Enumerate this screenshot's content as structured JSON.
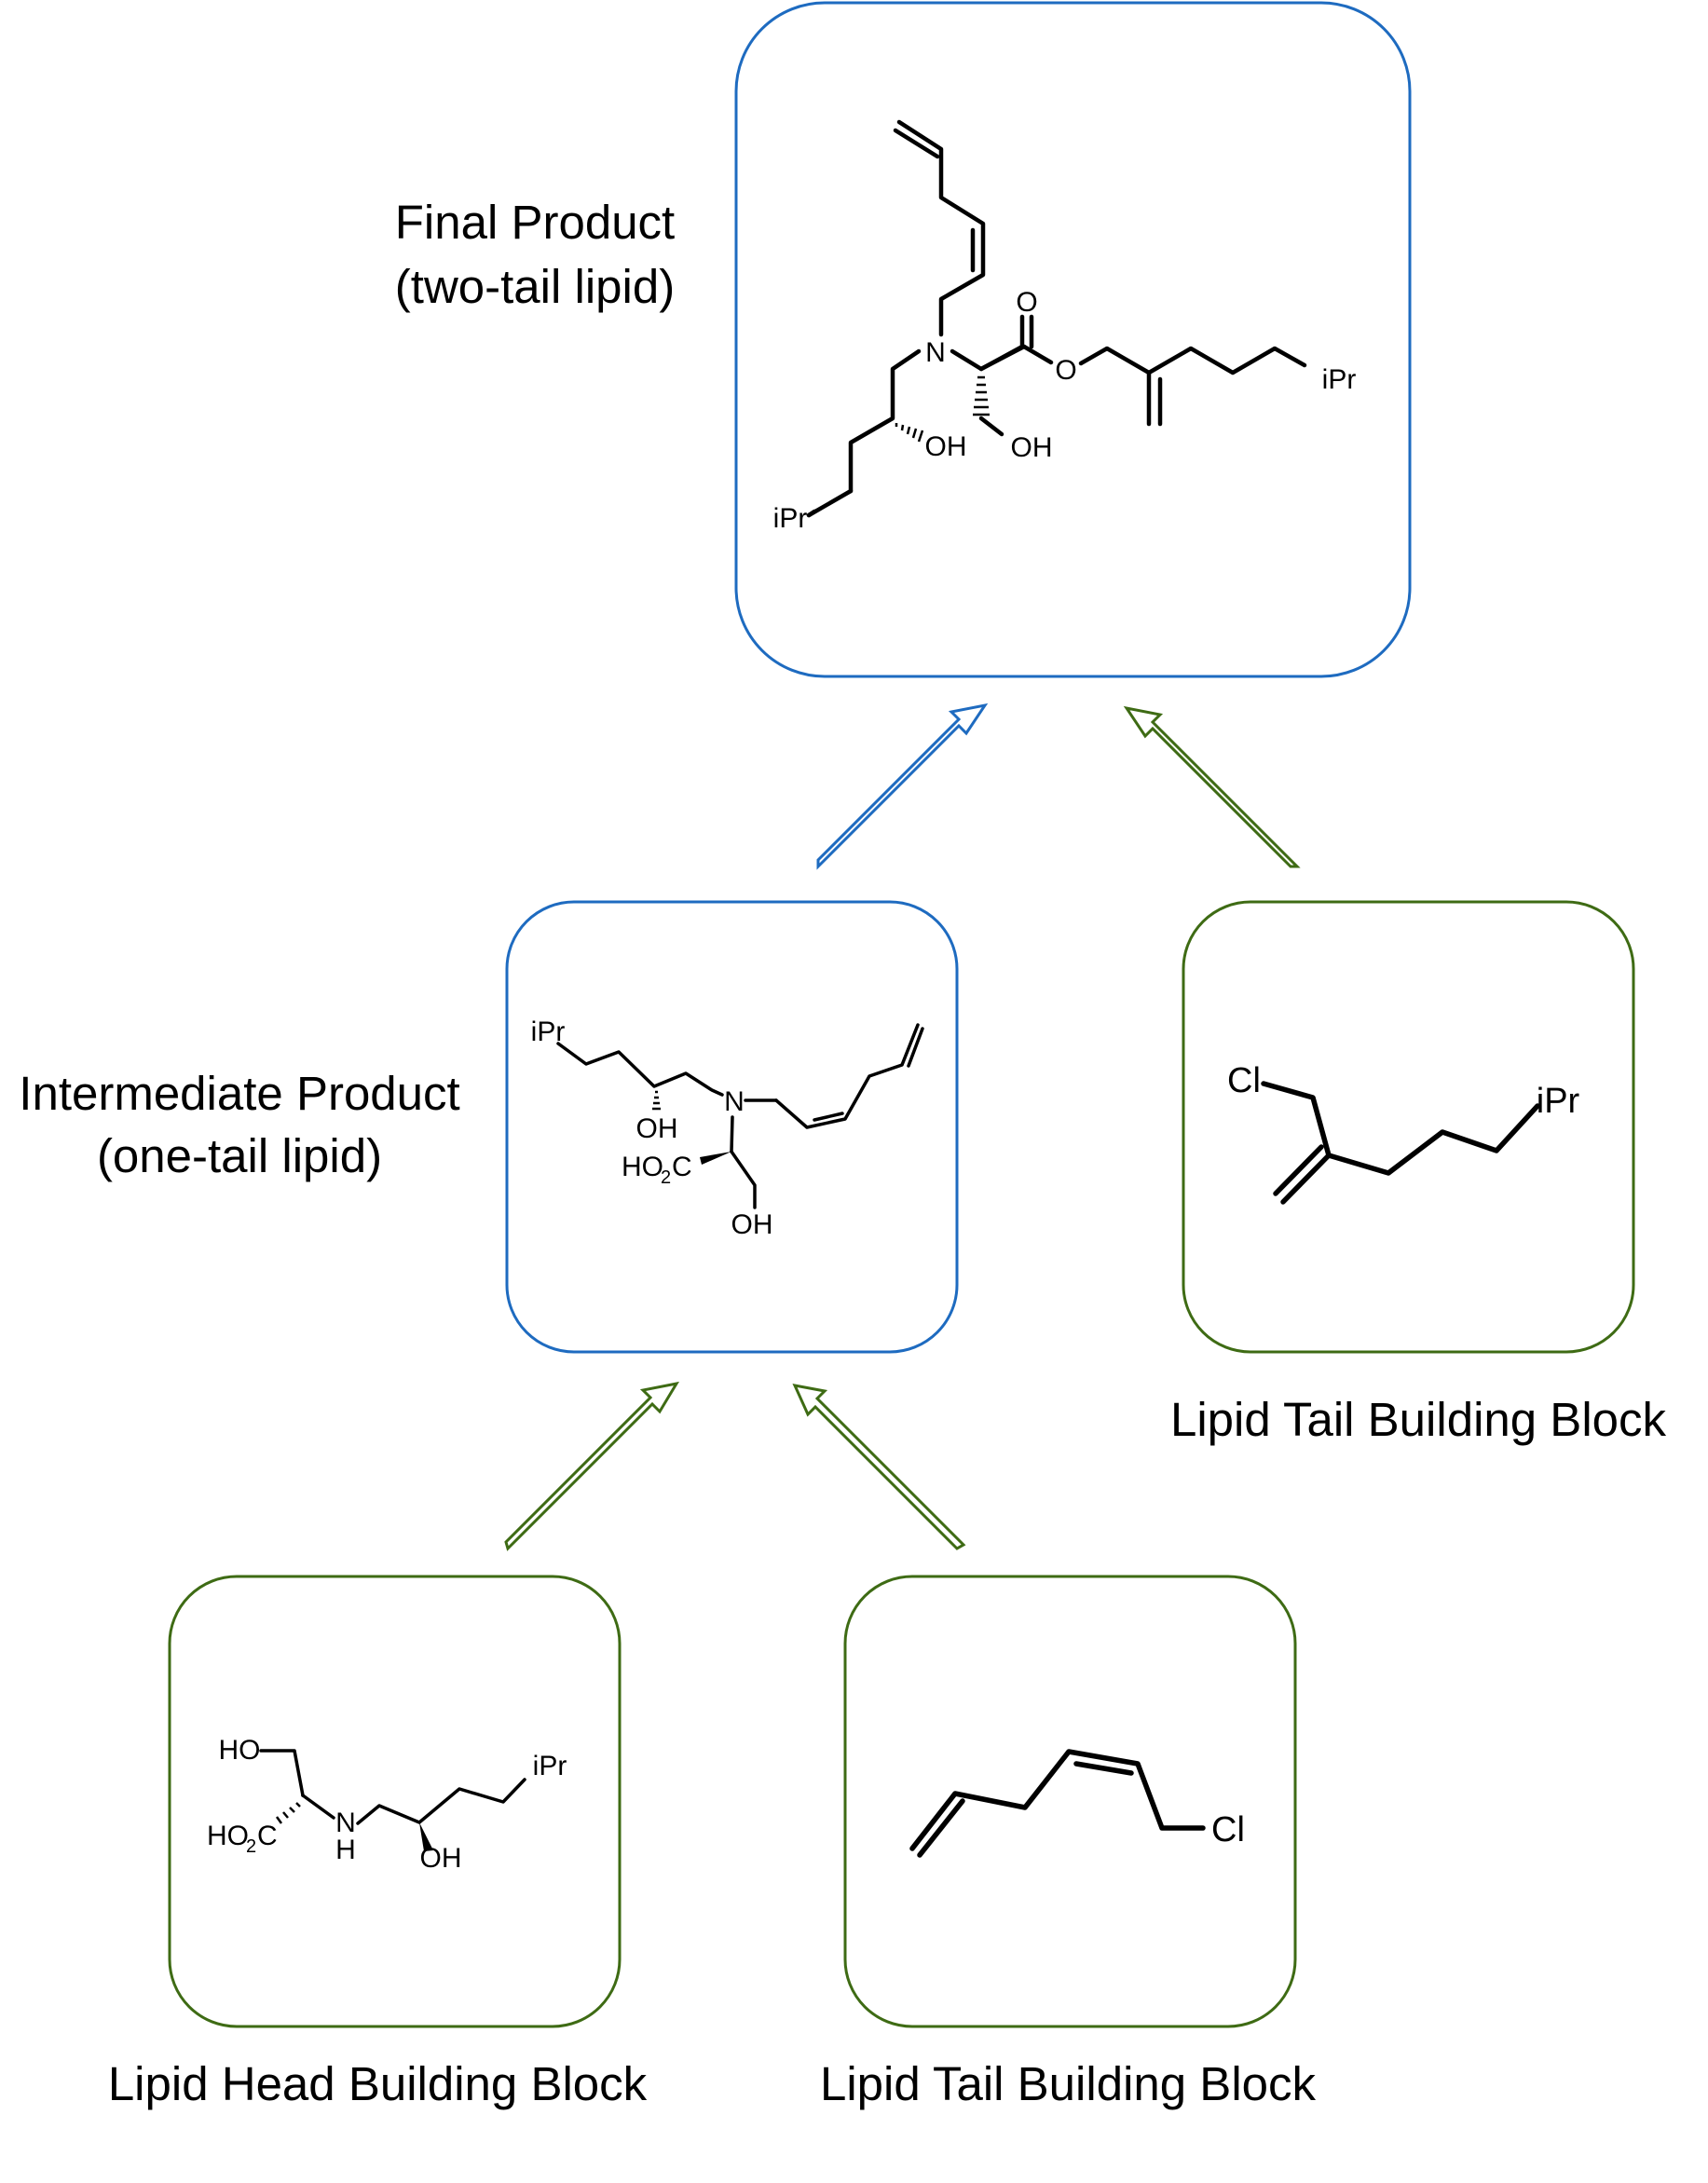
{
  "labels": {
    "final_product": [
      "Final Product",
      "(two-tail lipid)"
    ],
    "intermediate_product": [
      "Intermediate Product",
      "(one-tail lipid)"
    ],
    "lipid_tail_right": "Lipid Tail Building Block",
    "lipid_head": "Lipid Head Building Block",
    "lipid_tail_bottom": "Lipid Tail Building Block"
  },
  "atoms": {
    "final": {
      "n": "N",
      "o_carbonyl": "O",
      "o_ester": "O",
      "oh1": "OH",
      "oh2": "OH",
      "ipr1": "iPr",
      "ipr2": "iPr"
    },
    "intermediate": {
      "ipr": "iPr",
      "n": "N",
      "oh1": "OH",
      "oh2": "OH",
      "ho2c_main": "HO",
      "ho2c_sub": "2",
      "ho2c_end": "C"
    },
    "tail_right": {
      "cl": "Cl",
      "ipr": "iPr"
    },
    "head": {
      "ho": "HO",
      "ho2c_main": "HO",
      "ho2c_sub": "2",
      "ho2c_end": "C",
      "nh_n": "N",
      "nh_h": "H",
      "oh": "OH",
      "ipr": "iPr"
    },
    "tail_bottom": {
      "cl": "Cl"
    }
  },
  "colors": {
    "product_stroke": "#1e6bc0",
    "block_stroke": "#3e6b14",
    "text": "#000000",
    "background": "#ffffff"
  }
}
